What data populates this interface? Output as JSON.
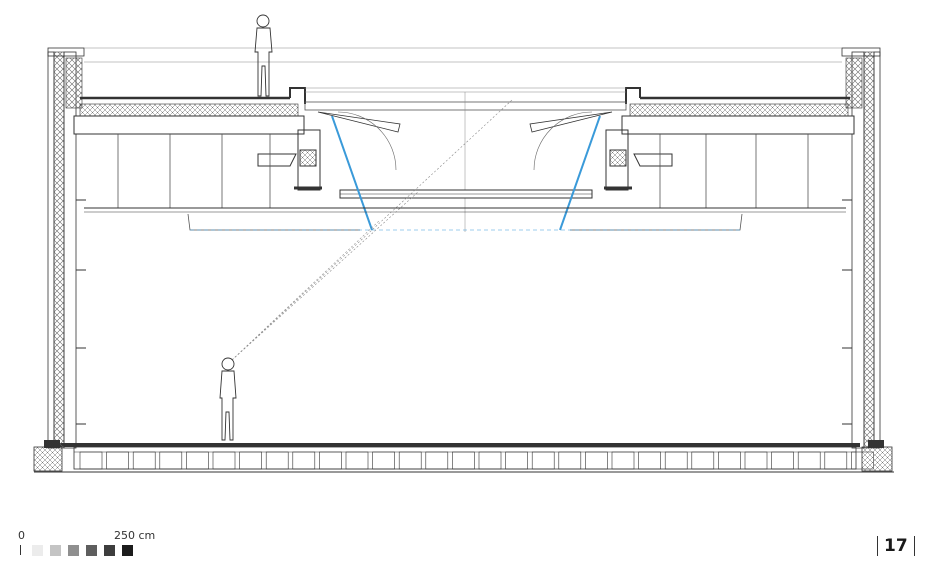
{
  "scale_bar": {
    "zero_label": "0",
    "max_label": "250 cm",
    "swatch_colors": [
      "#ececec",
      "#c4c4c4",
      "#8f8f8f",
      "#5e5e5e",
      "#3d3d3d",
      "#1c1c1c"
    ]
  },
  "page_number": "17",
  "colors": {
    "line": "#333333",
    "glass": "#3a9ad9",
    "insulation_hatch": "#666666"
  }
}
